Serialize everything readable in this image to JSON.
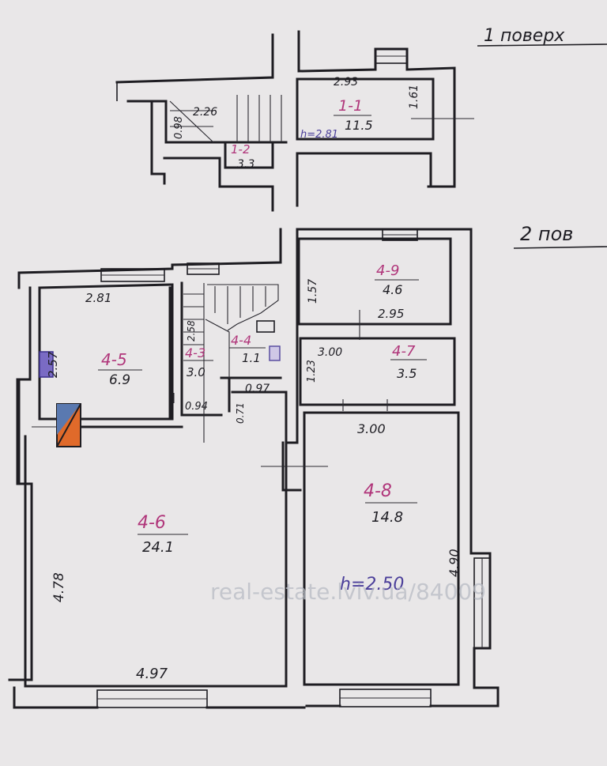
{
  "headings": {
    "floor1": "1 поверх",
    "floor2": "2 пов"
  },
  "watermark": "real-estate.lviv.ua/84009",
  "rooms": {
    "r1_1": {
      "code": "1-1",
      "area": "11.5"
    },
    "r1_2": {
      "code": "1-2",
      "area": "3.3"
    },
    "r4_3": {
      "code": "4-3",
      "area": "3.0"
    },
    "r4_4": {
      "code": "4-4",
      "area": "1.1"
    },
    "r4_5": {
      "code": "4-5",
      "area": "6.9"
    },
    "r4_6": {
      "code": "4-6",
      "area": "24.1"
    },
    "r4_7": {
      "code": "4-7",
      "area": "3.5"
    },
    "r4_8": {
      "code": "4-8",
      "area": "14.8"
    },
    "r4_9": {
      "code": "4-9",
      "area": "4.6"
    }
  },
  "heights": {
    "floor1": "h=2.81",
    "floor2": "h=2.50"
  },
  "dimensions": {
    "d1_top": "2.93",
    "d1_right": "1.61",
    "d1_stair": "2.26",
    "d1_stair_side": "0.98",
    "d5_top": "2.81",
    "d5_side": "2.57",
    "d3_side": "2.58",
    "d3_bottom": "0.94",
    "d_corr_top": "0.97",
    "d_corr_side": "0.71",
    "d9_side": "1.57",
    "d9_bottom": "2.95",
    "d7_top": "3.00",
    "d7_side": "1.23",
    "d8_top": "3.00",
    "d8_side": "4.90",
    "d6_side": "4.78",
    "d6_bottom": "4.97"
  }
}
